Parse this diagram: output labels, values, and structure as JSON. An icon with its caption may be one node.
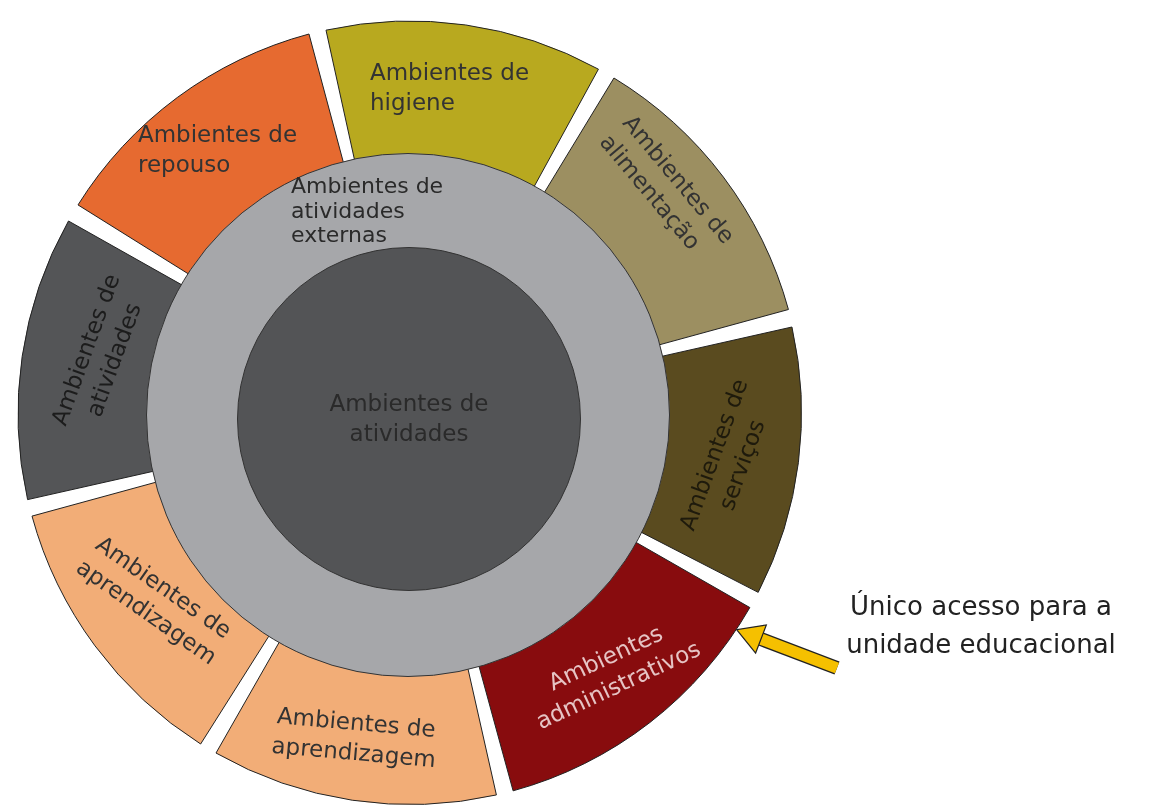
{
  "diagram": {
    "nodes": [
      {
        "text": [
          "Ambientes de repouso"
        ]
      },
      {
        "text": [
          "Ambientes de higiene"
        ]
      },
      {
        "text": [
          "Ambientes de alimentação"
        ]
      },
      {
        "text": [
          "Ambientes de serviços"
        ]
      },
      {
        "text": [
          "Ambientes administrativos"
        ]
      },
      {
        "text": [
          "Ambientes de aprendizagem"
        ]
      },
      {
        "text": [
          "Ambientes de aprendizagem"
        ]
      },
      {
        "text": [
          "Ambientes de atividades"
        ]
      },
      {
        "text": [
          "Ambientes de atividades externas"
        ]
      },
      {
        "text": [
          "Ambientes de atividades"
        ],
        "in": 8
      },
      {
        "text": [
          "Único acesso para a unidade educacional"
        ]
      }
    ],
    "edges": [
      {
        "from": 10,
        "to": 4,
        "arrow": "to"
      }
    ]
  }
}
